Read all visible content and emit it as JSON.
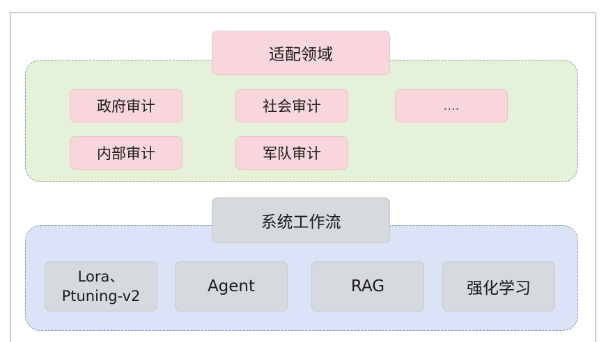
{
  "domains": {
    "title": "适配领域",
    "items": [
      "政府审计",
      "社会审计",
      "....",
      "内部审计",
      "军队审计"
    ]
  },
  "workflow": {
    "title": "系统工作流",
    "items": [
      {
        "line1": "Lora、",
        "line2": "Ptuning-v2"
      },
      {
        "line1": "Agent"
      },
      {
        "line1": "RAG"
      },
      {
        "line1": "强化学习"
      }
    ]
  }
}
